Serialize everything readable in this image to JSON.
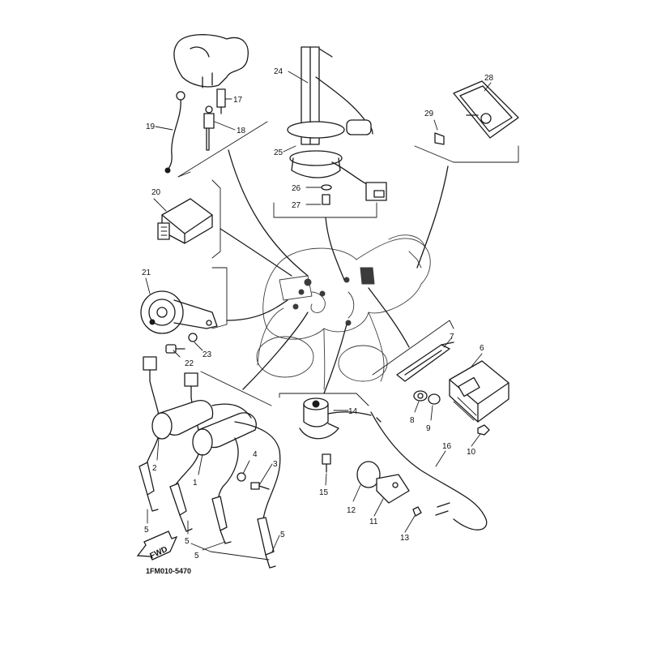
{
  "diagram": {
    "part_numbers": [
      "1",
      "2",
      "3",
      "4",
      "5",
      "5",
      "5",
      "5",
      "6",
      "7",
      "8",
      "9",
      "10",
      "11",
      "12",
      "13",
      "14",
      "15",
      "16",
      "17",
      "18",
      "19",
      "20",
      "21",
      "22",
      "23",
      "24",
      "25",
      "26",
      "27",
      "28",
      "29"
    ],
    "fwd_label": "FWD",
    "drawing_code": "1FM010-5470"
  }
}
